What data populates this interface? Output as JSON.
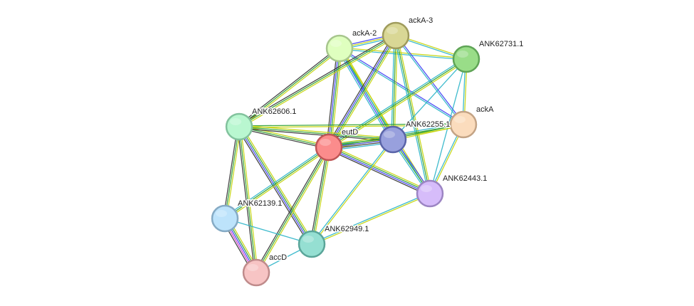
{
  "network": {
    "nodes": [
      {
        "id": "ackA-2",
        "label": "ackA-2",
        "color": "#dfffbf",
        "stroke": "#a7c68d"
      },
      {
        "id": "ackA-3",
        "label": "ackA-3",
        "color": "#d9d795",
        "stroke": "#9f9b5c"
      },
      {
        "id": "ANK62731.1",
        "label": "ANK62731.1",
        "color": "#99dd88",
        "stroke": "#5fa456"
      },
      {
        "id": "ackA",
        "label": "ackA",
        "color": "#fbdcbd",
        "stroke": "#c3a385"
      },
      {
        "id": "ANK62606.1",
        "label": "ANK62606.1",
        "color": "#b9f7d0",
        "stroke": "#82c29d"
      },
      {
        "id": "eutD",
        "label": "eutD",
        "color": "#fb8c8c",
        "stroke": "#bf5555"
      },
      {
        "id": "ANK62255.1",
        "label": "ANK62255.1",
        "color": "#98a0dd",
        "stroke": "#5a64a8"
      },
      {
        "id": "ANK62443.1",
        "label": "ANK62443.1",
        "color": "#d6bcfa",
        "stroke": "#9c85c3"
      },
      {
        "id": "ANK62139.1",
        "label": "ANK62139.1",
        "color": "#bde3fb",
        "stroke": "#85aac4"
      },
      {
        "id": "ANK62949.1",
        "label": "ANK62949.1",
        "color": "#95dfd2",
        "stroke": "#5aa599"
      },
      {
        "id": "accD",
        "label": "accD",
        "color": "#f7c4c4",
        "stroke": "#bf8b8b"
      }
    ],
    "edges": [
      {
        "source": "ackA-2",
        "target": "ackA-3",
        "colors": [
          "#3d3df5",
          "#c4d40a",
          "#2ab4c8"
        ]
      },
      {
        "source": "ackA-2",
        "target": "ANK62731.1",
        "colors": [
          "#c4d40a",
          "#2ab4c8"
        ]
      },
      {
        "source": "ackA-2",
        "target": "ackA",
        "colors": [
          "#3d3df5",
          "#2ab4c8"
        ]
      },
      {
        "source": "ackA-2",
        "target": "ANK62606.1",
        "colors": [
          "#c4d40a",
          "#2e9e2e",
          "#333333"
        ]
      },
      {
        "source": "ackA-2",
        "target": "eutD",
        "colors": [
          "#c4d40a",
          "#2e9e2e",
          "#3d3df5",
          "#333333"
        ]
      },
      {
        "source": "ackA-2",
        "target": "ANK62255.1",
        "colors": [
          "#c4d40a",
          "#2e9e2e",
          "#3d3df5",
          "#2ab4c8"
        ]
      },
      {
        "source": "ackA-2",
        "target": "ANK62443.1",
        "colors": [
          "#c4d40a",
          "#2ab4c8"
        ]
      },
      {
        "source": "ackA-3",
        "target": "ANK62731.1",
        "colors": [
          "#c4d40a",
          "#2ab4c8"
        ]
      },
      {
        "source": "ackA-3",
        "target": "ackA",
        "colors": [
          "#3d3df5",
          "#2ab4c8"
        ]
      },
      {
        "source": "ackA-3",
        "target": "ANK62606.1",
        "colors": [
          "#c4d40a",
          "#2e9e2e",
          "#333333"
        ]
      },
      {
        "source": "ackA-3",
        "target": "eutD",
        "colors": [
          "#c4d40a",
          "#2e9e2e",
          "#3d3df5",
          "#333333"
        ]
      },
      {
        "source": "ackA-3",
        "target": "ANK62255.1",
        "colors": [
          "#c4d40a",
          "#2e9e2e",
          "#2ab4c8"
        ]
      },
      {
        "source": "ackA-3",
        "target": "ANK62443.1",
        "colors": [
          "#c4d40a",
          "#2e9e2e",
          "#2ab4c8"
        ]
      },
      {
        "source": "ANK62731.1",
        "target": "ackA",
        "colors": [
          "#c4d40a",
          "#2ab4c8"
        ]
      },
      {
        "source": "ANK62731.1",
        "target": "eutD",
        "colors": [
          "#c4d40a",
          "#2e9e2e",
          "#2ab4c8"
        ]
      },
      {
        "source": "ANK62731.1",
        "target": "ANK62255.1",
        "colors": [
          "#2ab4c8"
        ]
      },
      {
        "source": "ANK62731.1",
        "target": "ANK62443.1",
        "colors": [
          "#2ab4c8"
        ]
      },
      {
        "source": "ackA",
        "target": "ANK62606.1",
        "colors": [
          "#c4d40a",
          "#2e9e2e"
        ]
      },
      {
        "source": "ackA",
        "target": "eutD",
        "colors": [
          "#c4d40a",
          "#2e9e2e",
          "#2ab4c8"
        ]
      },
      {
        "source": "ackA",
        "target": "ANK62255.1",
        "colors": [
          "#c4d40a",
          "#2e9e2e"
        ]
      },
      {
        "source": "ackA",
        "target": "ANK62443.1",
        "colors": [
          "#c4d40a",
          "#2ab4c8"
        ]
      },
      {
        "source": "ANK62606.1",
        "target": "eutD",
        "colors": [
          "#c4d40a",
          "#2e9e2e",
          "#333333"
        ]
      },
      {
        "source": "ANK62606.1",
        "target": "ANK62255.1",
        "colors": [
          "#c4d40a",
          "#2e9e2e",
          "#333333"
        ]
      },
      {
        "source": "ANK62606.1",
        "target": "ANK62139.1",
        "colors": [
          "#c4d40a",
          "#2e9e2e",
          "#333333"
        ]
      },
      {
        "source": "ANK62606.1",
        "target": "ANK62949.1",
        "colors": [
          "#c4d40a",
          "#2e9e2e",
          "#3d3df5",
          "#333333"
        ]
      },
      {
        "source": "ANK62606.1",
        "target": "accD",
        "colors": [
          "#c4d40a",
          "#2e9e2e",
          "#333333"
        ]
      },
      {
        "source": "eutD",
        "target": "ANK62255.1",
        "colors": [
          "#c4d40a",
          "#2e9e2e",
          "#3d3df5",
          "#333333",
          "#2ab4c8"
        ]
      },
      {
        "source": "eutD",
        "target": "ANK62443.1",
        "colors": [
          "#c4d40a",
          "#2e9e2e",
          "#3d3df5",
          "#333333"
        ]
      },
      {
        "source": "eutD",
        "target": "ANK62139.1",
        "colors": [
          "#c4d40a",
          "#2e9e2e",
          "#2ab4c8"
        ]
      },
      {
        "source": "eutD",
        "target": "ANK62949.1",
        "colors": [
          "#c4d40a",
          "#2e9e2e",
          "#333333"
        ]
      },
      {
        "source": "eutD",
        "target": "accD",
        "colors": [
          "#c4d40a",
          "#2e9e2e",
          "#333333"
        ]
      },
      {
        "source": "ANK62255.1",
        "target": "ANK62443.1",
        "colors": [
          "#3d3df5",
          "#2e9e2e",
          "#2ab4c8"
        ]
      },
      {
        "source": "ANK62255.1",
        "target": "ANK62949.1",
        "colors": [
          "#c4d40a",
          "#2ab4c8"
        ]
      },
      {
        "source": "ANK62443.1",
        "target": "ANK62949.1",
        "colors": [
          "#c4d40a",
          "#2ab4c8"
        ]
      },
      {
        "source": "ANK62139.1",
        "target": "accD",
        "colors": [
          "#c4d40a",
          "#2e9e2e",
          "#3d3df5",
          "#cc33cc",
          "#333333"
        ]
      },
      {
        "source": "ANK62139.1",
        "target": "ANK62949.1",
        "colors": [
          "#2ab4c8"
        ]
      },
      {
        "source": "ANK62949.1",
        "target": "accD",
        "colors": [
          "#2ab4c8"
        ]
      }
    ]
  }
}
